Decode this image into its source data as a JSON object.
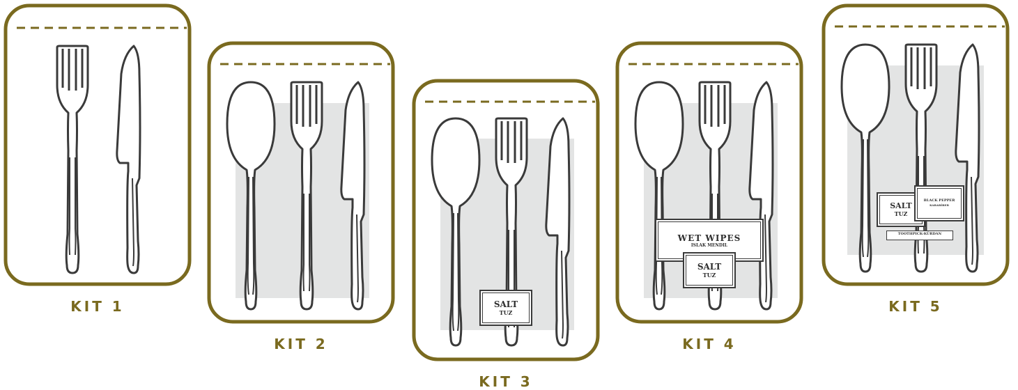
{
  "kits": [
    {
      "label": "KIT 1"
    },
    {
      "label": "KIT 2"
    },
    {
      "label": "KIT 3",
      "salt": {
        "main": "SALT",
        "sub": "TUZ"
      }
    },
    {
      "label": "KIT 4",
      "wipes": {
        "main": "WET WIPES",
        "sub": "ISLAK MENDIL"
      },
      "salt": {
        "main": "SALT",
        "sub": "TUZ"
      }
    },
    {
      "label": "KIT 5",
      "salt": {
        "main": "SALT",
        "sub": "TUZ"
      },
      "pepper": {
        "main": "BLACK PEPPER",
        "sub": "KARABİBER"
      },
      "toothpick": {
        "main": "TOOTHPICK-KÜRDAN"
      }
    }
  ],
  "colors": {
    "frame": "#7a6a1f",
    "napkin": "#e3e4e4",
    "cutlery": "#3a3a3a"
  },
  "icons": [
    "fork-icon",
    "knife-icon",
    "spoon-icon"
  ]
}
